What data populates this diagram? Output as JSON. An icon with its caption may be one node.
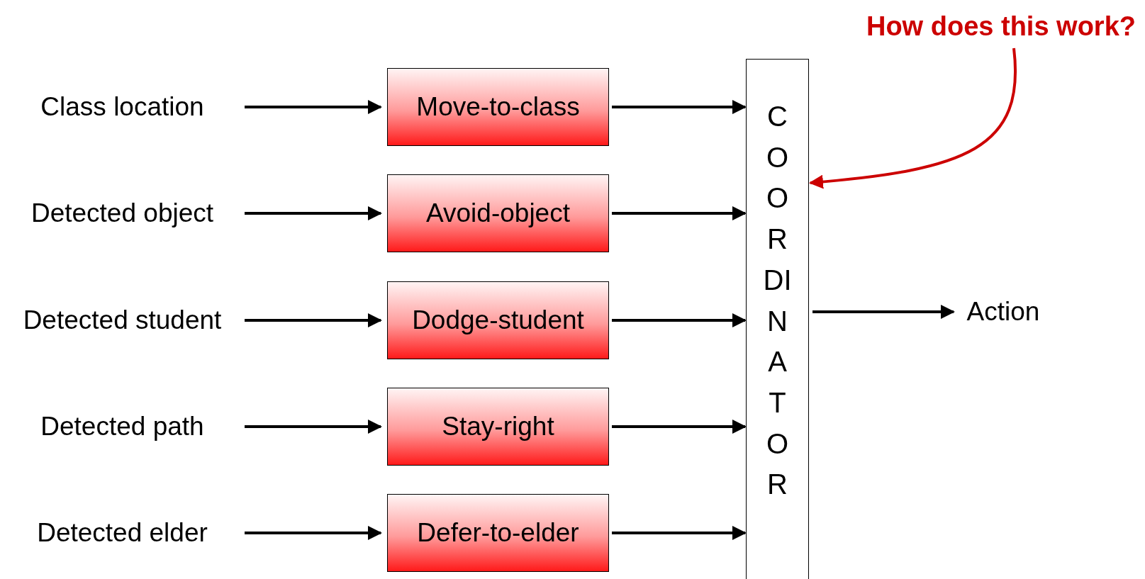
{
  "diagram": {
    "nodes": [
      {
        "text": [
          "Class location"
        ]
      },
      {
        "text": [
          "Detected object"
        ]
      },
      {
        "text": [
          "Detected student"
        ]
      },
      {
        "text": [
          "Detected path"
        ]
      },
      {
        "text": [
          "Detected elder"
        ]
      },
      {
        "text": [
          "Move-to-class"
        ]
      },
      {
        "text": [
          "Avoid-object"
        ]
      },
      {
        "text": [
          "Dodge-student"
        ]
      },
      {
        "text": [
          "Stay-right"
        ]
      },
      {
        "text": [
          "Defer-to-elder"
        ]
      },
      {
        "text": [
          "COORDINATOR"
        ]
      },
      {
        "text": [
          "Action"
        ]
      },
      {
        "text": [
          "How does this work?"
        ]
      }
    ],
    "edges": [
      {
        "from": 0,
        "to": 5,
        "arrow": "to"
      },
      {
        "from": 1,
        "to": 6,
        "arrow": "to"
      },
      {
        "from": 2,
        "to": 7,
        "arrow": "to"
      },
      {
        "from": 3,
        "to": 8,
        "arrow": "to"
      },
      {
        "from": 4,
        "to": 9,
        "arrow": "to"
      },
      {
        "from": 5,
        "to": 10,
        "arrow": "to"
      },
      {
        "from": 6,
        "to": 10,
        "arrow": "to"
      },
      {
        "from": 7,
        "to": 10,
        "arrow": "to"
      },
      {
        "from": 8,
        "to": 10,
        "arrow": "to"
      },
      {
        "from": 9,
        "to": 10,
        "arrow": "to"
      },
      {
        "from": 10,
        "to": 11,
        "arrow": "to"
      },
      {
        "from": 12,
        "to": 10,
        "arrow": "to",
        "color": "#cc0000"
      }
    ]
  }
}
